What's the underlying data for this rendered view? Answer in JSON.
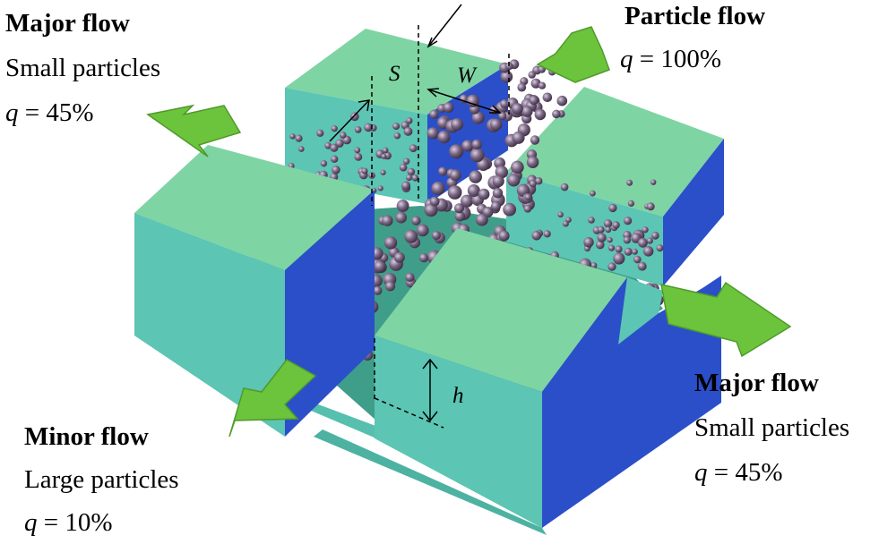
{
  "labels": {
    "top_left": {
      "title": "Major flow",
      "subtitle": "Small particles",
      "q_symbol": "q",
      "q_value": "= 45%"
    },
    "top_right": {
      "title": "Particle flow",
      "q_symbol": "q",
      "q_value": "= 100%"
    },
    "bottom_right": {
      "title": "Major flow",
      "subtitle": "Small particles",
      "q_symbol": "q",
      "q_value": "= 45%"
    },
    "bottom_left": {
      "title": "Minor flow",
      "subtitle": "Large particles",
      "q_symbol": "q",
      "q_value": "= 10%"
    }
  },
  "dimensions": {
    "spacing": "S",
    "width": "W",
    "height": "h"
  },
  "colors": {
    "block_top": "#7fd4a4",
    "block_front": "#5cc5b4",
    "block_side": "#2b4fc9",
    "arrow": "#6cc43c",
    "particle": "#6e5a78"
  }
}
